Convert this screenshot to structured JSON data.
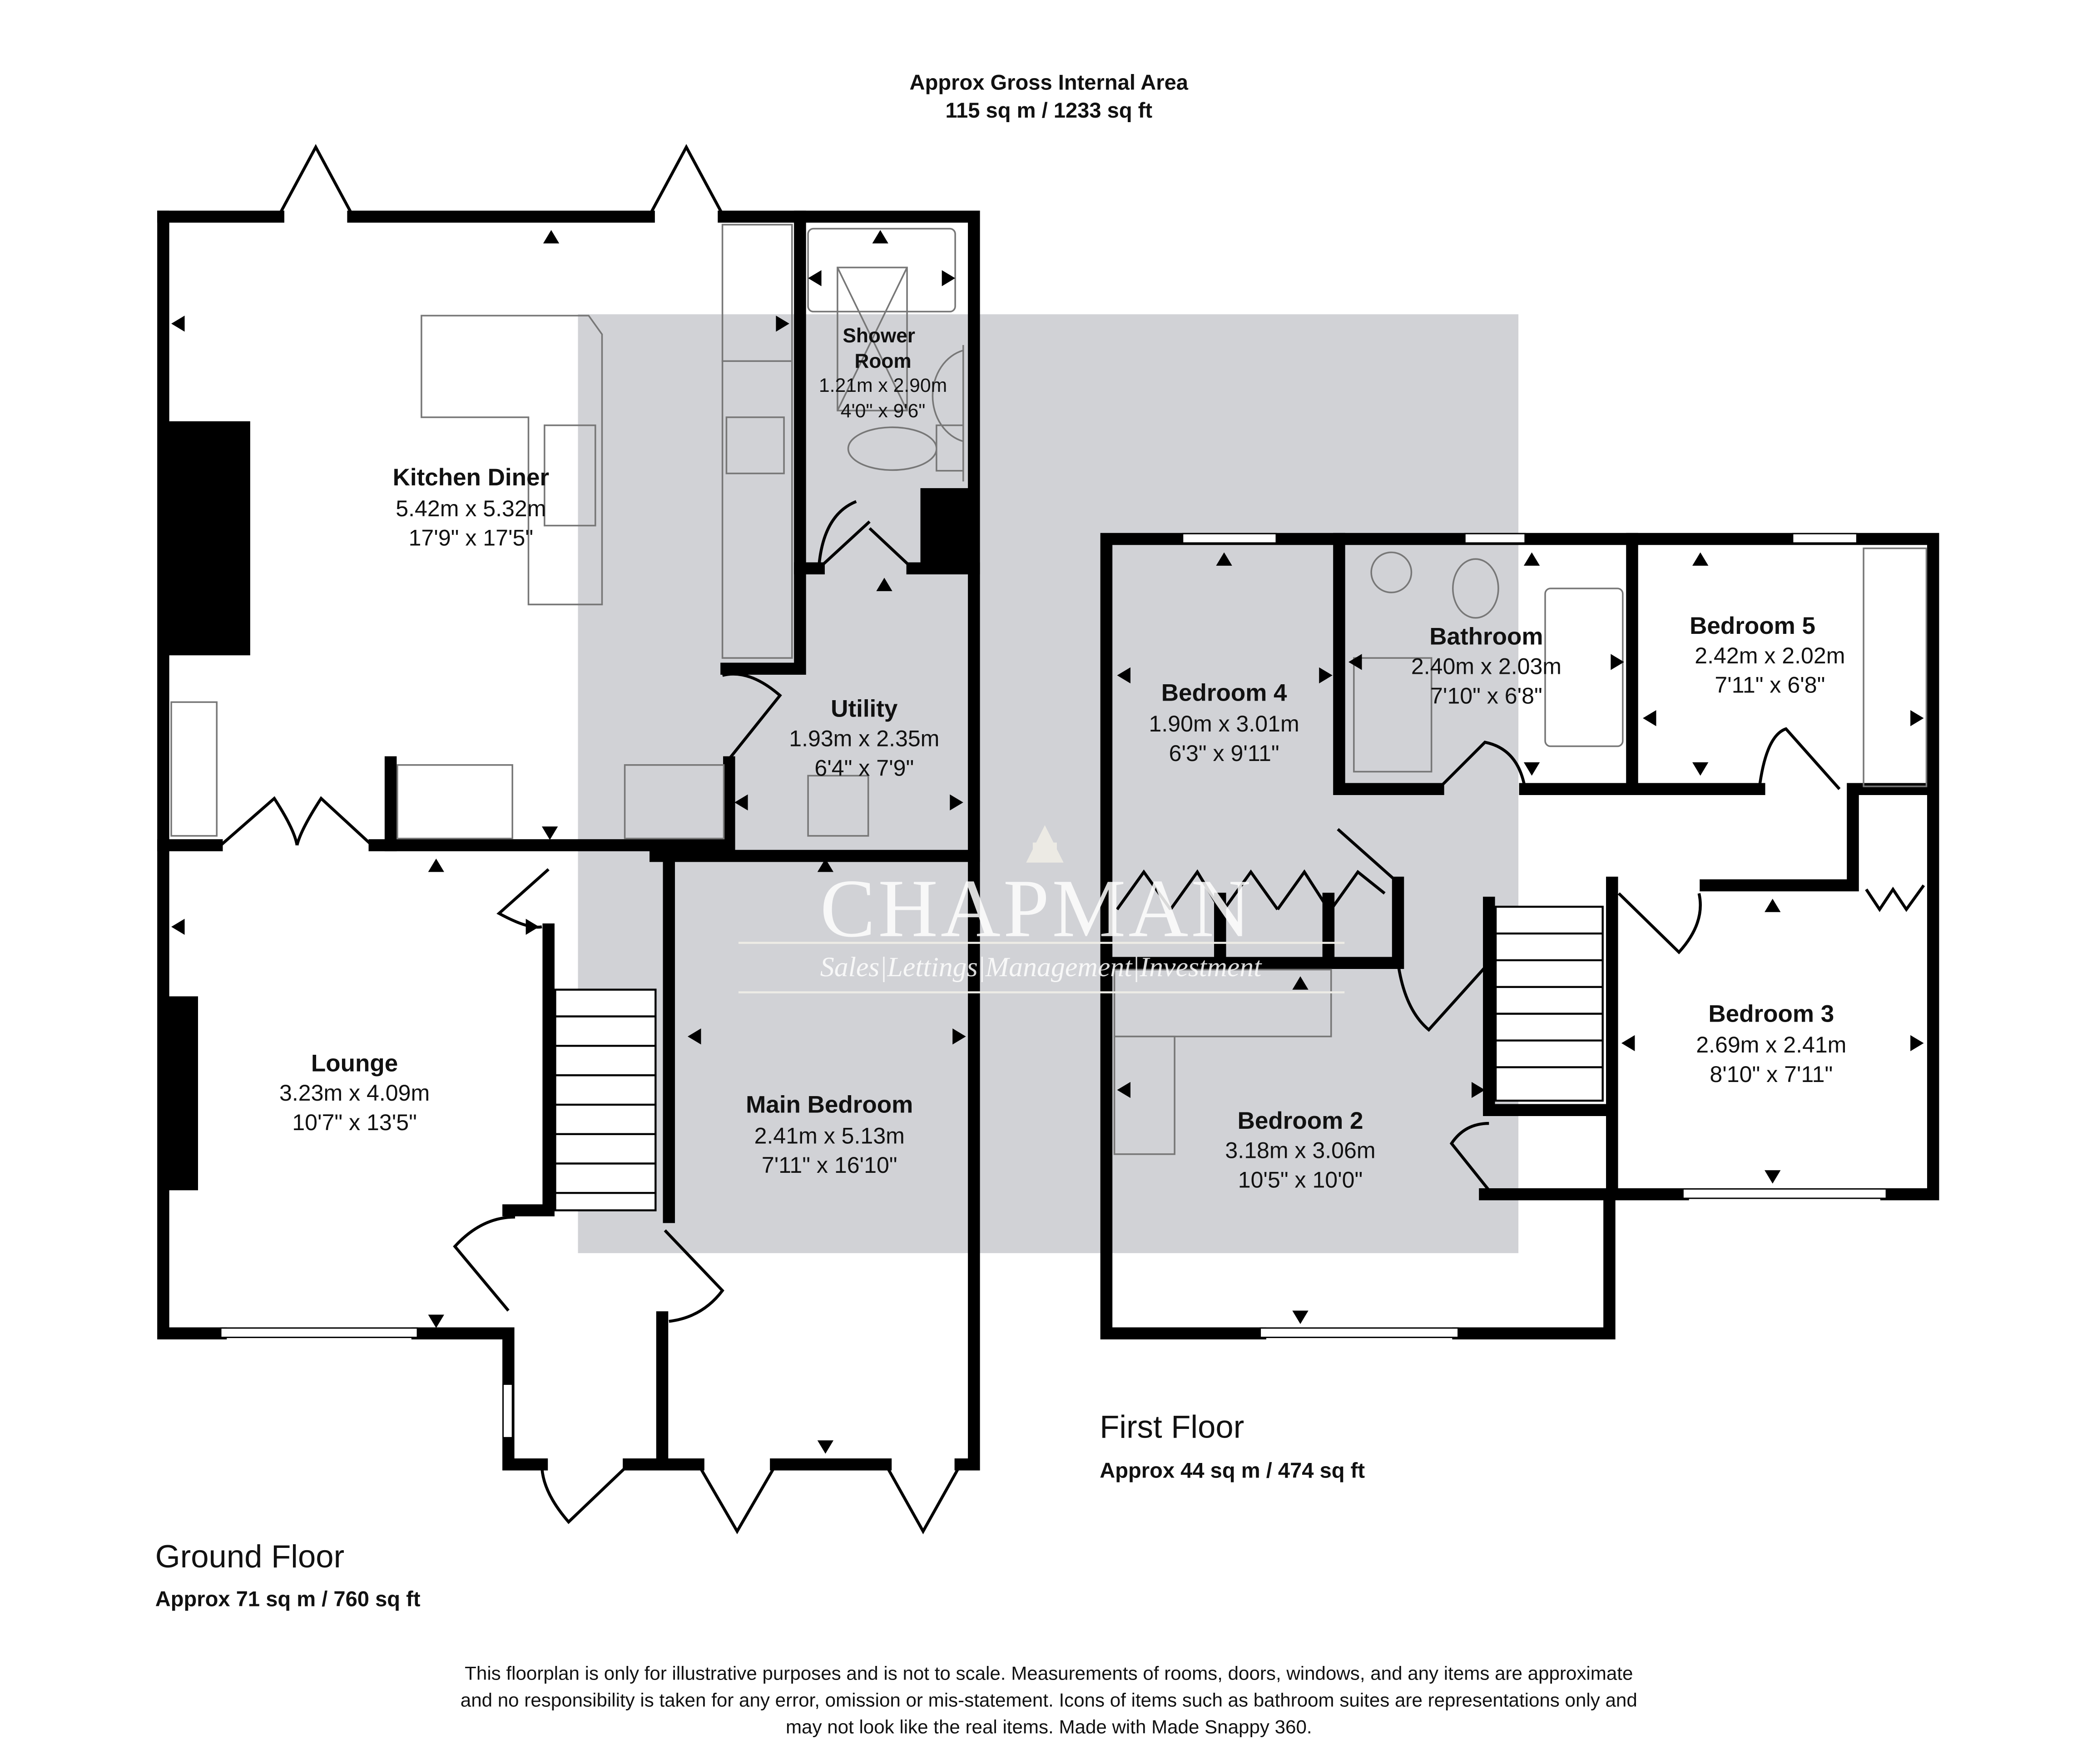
{
  "header": {
    "title": "Approx Gross Internal Area",
    "area": "115 sq m / 1233 sq ft"
  },
  "ground_floor": {
    "label": "Ground Floor",
    "area": "Approx 71 sq m / 760 sq ft",
    "rooms": [
      {
        "name": "Kitchen Diner",
        "metric": "5.42m x 5.32m",
        "imperial": "17'9\" x 17'5\""
      },
      {
        "name_line1": "Shower",
        "name_line2": "Room",
        "metric": "1.21m x 2.90m",
        "imperial": "4'0\" x 9'6\""
      },
      {
        "name": "Utility",
        "metric": "1.93m x 2.35m",
        "imperial": "6'4\" x 7'9\""
      },
      {
        "name": "Lounge",
        "metric": "3.23m x 4.09m",
        "imperial": "10'7\" x 13'5\""
      },
      {
        "name": "Main Bedroom",
        "metric": "2.41m x 5.13m",
        "imperial": "7'11\" x 16'10\""
      }
    ]
  },
  "first_floor": {
    "label": "First Floor",
    "area": "Approx 44 sq m / 474 sq ft",
    "rooms": [
      {
        "name": "Bedroom 4",
        "metric": "1.90m x 3.01m",
        "imperial": "6'3\" x 9'11\""
      },
      {
        "name": "Bathroom",
        "metric": "2.40m x 2.03m",
        "imperial": "7'10\" x 6'8\""
      },
      {
        "name": "Bedroom 5",
        "metric": "2.42m x 2.02m",
        "imperial": "7'11\" x 6'8\""
      },
      {
        "name": "Bedroom 3",
        "metric": "2.69m x 2.41m",
        "imperial": "8'10\" x 7'11\""
      },
      {
        "name": "Bedroom 2",
        "metric": "3.18m x 3.06m",
        "imperial": "10'5\" x 10'0\""
      }
    ]
  },
  "watermark": {
    "brand": "CHAPMAN",
    "tagline": "Sales|Lettings|Management|Investment"
  },
  "disclaimer": [
    "This floorplan is only for illustrative purposes and is not to scale. Measurements of rooms, doors, windows, and any items are approximate",
    "and no responsibility is taken for any error, omission or mis-statement. Icons of items such as bathroom suites are representations only and",
    "may not look like the real items. Made with Made Snappy 360."
  ],
  "colors": {
    "wall": "#000000",
    "watermark_box": "#d1d2d6"
  }
}
